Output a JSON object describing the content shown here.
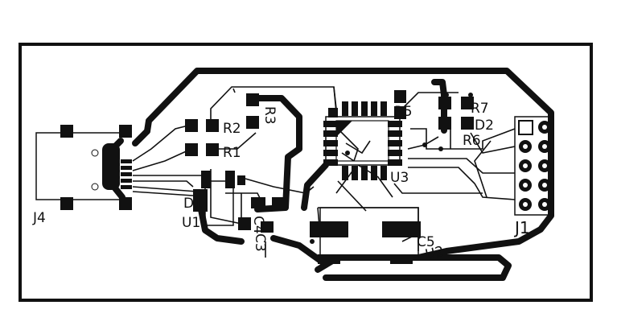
{
  "board": {
    "colors": {
      "background": "#ffffff",
      "ink": "#111111"
    },
    "labels": {
      "j4": "J4",
      "j1": "J1",
      "u1": "U1",
      "u2": "U2",
      "u3": "U3",
      "r1": "R1",
      "r2": "R2",
      "r3": "R3",
      "r5": "R5",
      "r6": "R6",
      "r7": "R7",
      "d1": "D1",
      "d2": "D2",
      "c3": "C3",
      "c4": "C4",
      "c5": "C5"
    }
  }
}
